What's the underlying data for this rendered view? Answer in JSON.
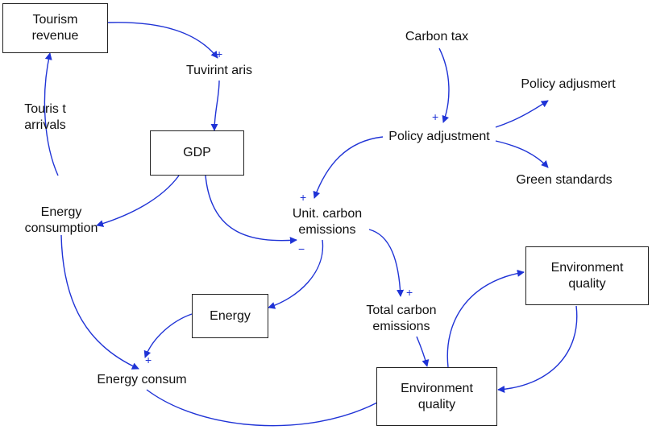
{
  "boxes": {
    "tourism_revenue": "Tourism\nrevenue",
    "gdp": "GDP",
    "energy": "Energy",
    "environment_quality_top": "Environment\nquality",
    "environment_quality_bottom": "Environment\nquality"
  },
  "labels": {
    "tuvirint_aris": "Tuvirint aris",
    "tourist_arrivals": "Touris t\narrivals",
    "carbon_tax": "Carbon tax",
    "policy_adjusmert": "Policy adjusmert",
    "policy_adjustment": "Policy adjustment",
    "green_standards": "Green standards",
    "energy_consumption": "Energy\nconsumption",
    "unit_carbon_emissions": "Unit. carbon\nemissions",
    "total_carbon_emissions": "Total carbon\nemissions",
    "energy_consum": "Energy consum"
  },
  "signs": {
    "tuvirint_plus": "+",
    "policy_plus": "+",
    "unit_plus": "+",
    "unit_minus": "−",
    "total_plus": "+",
    "energy_consum_plus": "+"
  },
  "colors": {
    "arrow": "#1f33d6",
    "box_border": "#222222"
  }
}
